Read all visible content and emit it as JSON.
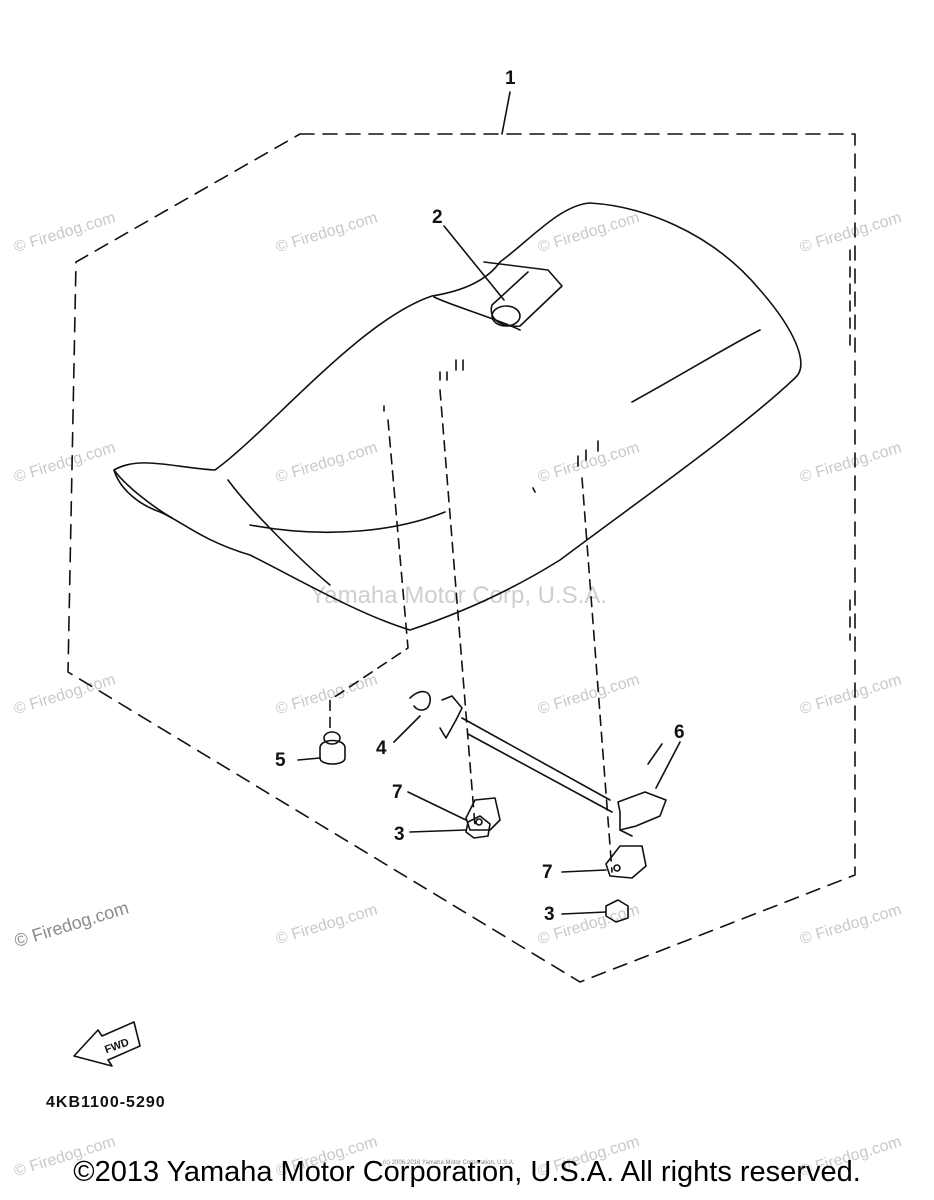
{
  "watermark": {
    "text": "© Firedog.com",
    "color": "#c9c9c9"
  },
  "center_watermark": "Yamaha Motor Corp, U.S.A.",
  "callouts": {
    "c1": "1",
    "c2": "2",
    "c3a": "3",
    "c3b": "3",
    "c4": "4",
    "c5": "5",
    "c6": "6",
    "c7a": "7",
    "c7b": "7"
  },
  "fwd_label": "FWD",
  "part_number": "4KB1100-5290",
  "tiny_notice": "(c) 2006-2016 Yamaha Motor Corporation, U.S.A.",
  "copyright": "©2013 Yamaha Motor Corporation, U.S.A. All rights reserved."
}
